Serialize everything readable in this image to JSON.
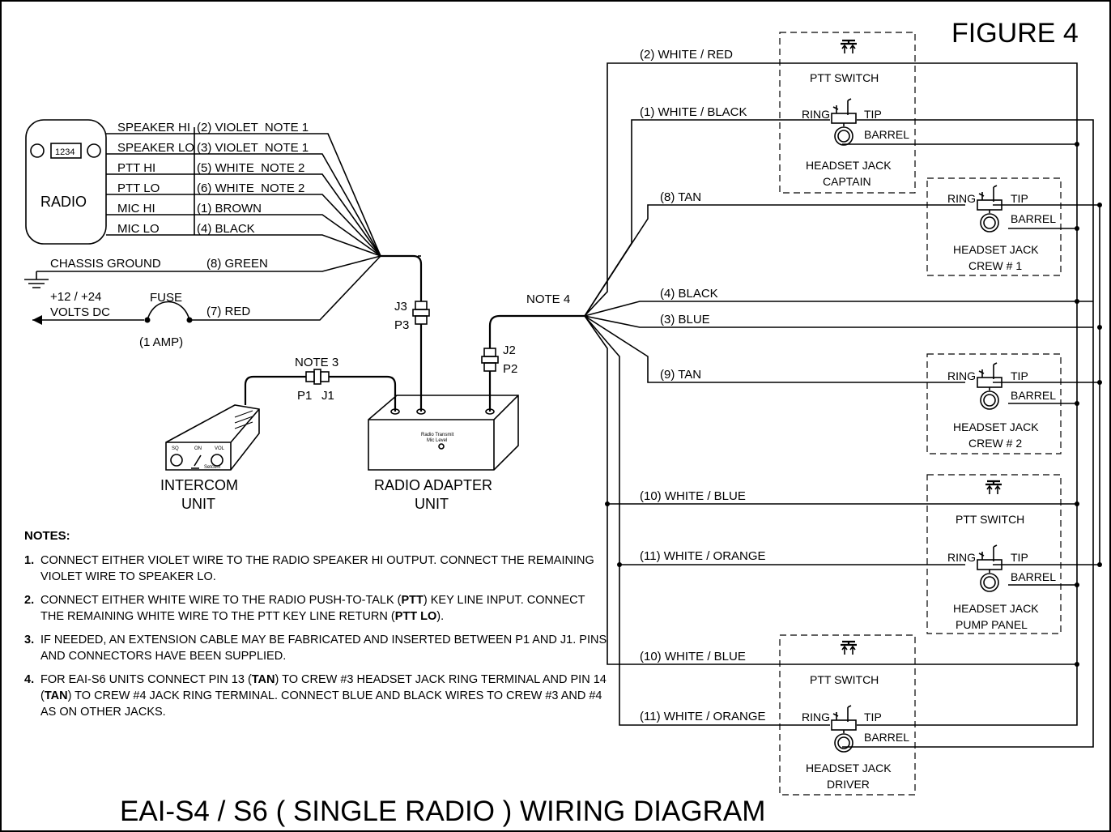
{
  "figure_label": "FIGURE 4",
  "main_title": "EAI-S4 / S6 ( SINGLE RADIO ) WIRING DIAGRAM",
  "radio": {
    "label": "RADIO",
    "display": "1234",
    "terminals": [
      {
        "name": "SPEAKER HI",
        "wire": "(2) VIOLET  NOTE 1"
      },
      {
        "name": "SPEAKER LO",
        "wire": "(3) VIOLET  NOTE 1"
      },
      {
        "name": "PTT HI",
        "wire": "(5) WHITE  NOTE 2"
      },
      {
        "name": "PTT LO",
        "wire": "(6) WHITE  NOTE 2"
      },
      {
        "name": "MIC HI",
        "wire": "(1) BROWN"
      },
      {
        "name": "MIC LO",
        "wire": "(4) BLACK"
      }
    ]
  },
  "chassis_ground": {
    "label": "CHASSIS GROUND",
    "wire": "(8) GREEN"
  },
  "power": {
    "voltage_line1": "+12 / +24",
    "voltage_line2": "VOLTS DC",
    "fuse_label": "FUSE",
    "fuse_rating": "(1 AMP)",
    "wire": "(7) RED"
  },
  "connectors": {
    "j3": "J3",
    "p3": "P3",
    "j2": "J2",
    "p2": "P2",
    "p1": "P1",
    "j1": "J1",
    "note3": "NOTE 3",
    "note4": "NOTE 4"
  },
  "intercom": {
    "line1": "INTERCOM",
    "line2": "UNIT",
    "sq": "SQ",
    "on": "ON",
    "vol": "VOL",
    "brand": "Setcom"
  },
  "adapter": {
    "line1": "RADIO ADAPTER",
    "line2": "UNIT",
    "panel_line1": "Radio Transmit",
    "panel_line2": "Mic Level"
  },
  "harness_wires": {
    "w2": "(2) WHITE / RED",
    "w1": "(1) WHITE / BLACK",
    "w8": "(8) TAN",
    "w4": "(4) BLACK",
    "w3": "(3) BLUE",
    "w9": "(9) TAN",
    "w10a": "(10) WHITE / BLUE",
    "w11a": "(11) WHITE / ORANGE",
    "w10b": "(10) WHITE / BLUE",
    "w11b": "(11) WHITE / ORANGE"
  },
  "jack_terms": {
    "ring": "RING",
    "tip": "TIP",
    "barrel": "BARREL"
  },
  "ptt_switch": "PTT SWITCH",
  "jacks": {
    "captain": {
      "line1": "HEADSET JACK",
      "line2": "CAPTAIN"
    },
    "crew1": {
      "line1": "HEADSET JACK",
      "line2": "CREW # 1"
    },
    "crew2": {
      "line1": "HEADSET JACK",
      "line2": "CREW # 2"
    },
    "pump": {
      "line1": "HEADSET JACK",
      "line2": "PUMP PANEL"
    },
    "driver": {
      "line1": "HEADSET JACK",
      "line2": "DRIVER"
    }
  },
  "notes": {
    "title": "NOTES:",
    "items": [
      {
        "num": "1.",
        "text": "CONNECT EITHER VIOLET WIRE TO THE RADIO SPEAKER HI OUTPUT. CONNECT THE REMAINING VIOLET WIRE TO SPEAKER LO."
      },
      {
        "num": "2.",
        "pre": "CONNECT EITHER WHITE WIRE TO THE RADIO PUSH-TO-TALK (",
        "b1": "PTT",
        "mid": ") KEY LINE INPUT. CONNECT THE REMAINING WHITE WIRE TO THE PTT KEY LINE RETURN (",
        "b2": "PTT LO",
        "post": ")."
      },
      {
        "num": "3.",
        "text": "IF NEEDED, AN EXTENSION CABLE MAY BE FABRICATED AND INSERTED BETWEEN P1 AND J1. PINS AND CONNECTORS HAVE BEEN SUPPLIED."
      },
      {
        "num": "4.",
        "pre": "FOR EAI-S6 UNITS CONNECT PIN 13 (",
        "b1": "TAN",
        "mid": ") TO CREW #3 HEADSET JACK RING TERMINAL AND PIN 14 (",
        "b2": "TAN",
        "post": ") TO CREW #4 JACK RING TERMINAL. CONNECT BLUE AND BLACK WIRES TO CREW #3 AND #4 AS ON OTHER JACKS."
      }
    ]
  }
}
